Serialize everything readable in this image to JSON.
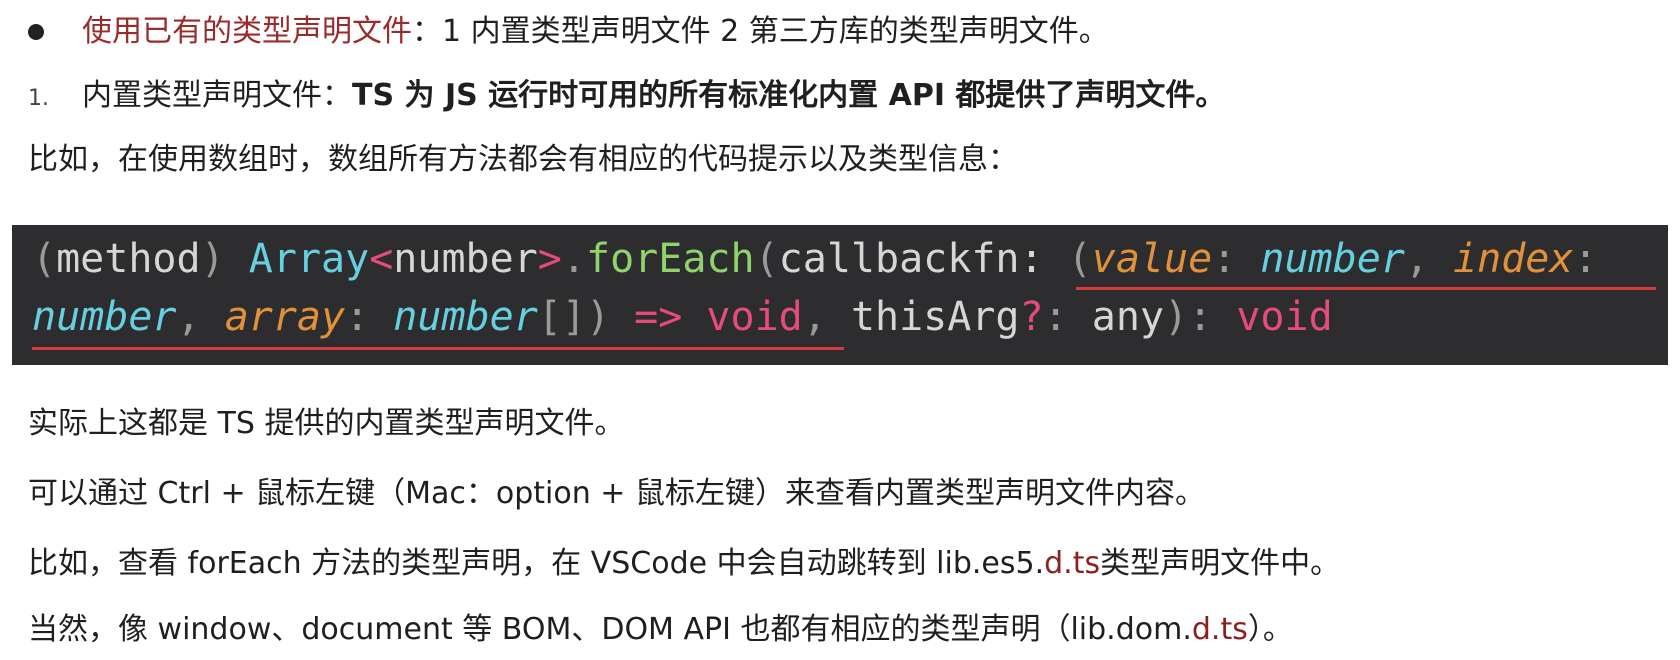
{
  "bullet_line": {
    "highlight": "使用已有的类型声明文件",
    "rest": "：1 内置类型声明文件 2 第三方库的类型声明文件。"
  },
  "numbered_item": {
    "marker": "1.",
    "label": "内置类型声明文件：",
    "bold_text": "TS 为 JS 运行时可用的所有标准化内置 API 都提供了声明文件。"
  },
  "example_intro": "比如，在使用数组时，数组所有方法都会有相应的代码提示以及类型信息：",
  "code": {
    "line1": {
      "method_open": "(",
      "method_kw": "method",
      "method_close": ")",
      "array_type": "Array",
      "lt": "<",
      "number_kw": "number",
      "gt": ">",
      "dot": ".",
      "fn_name": "forEach",
      "open_paren": "(",
      "callback": "callbackfn",
      "colon1": ":",
      "space1": " ",
      "open_paren2": "(",
      "value_param": "value",
      "colon2": ":",
      "space2": " ",
      "number1": "number",
      "comma1": ",",
      "space3": " ",
      "index_param": "index",
      "colon3": ":"
    },
    "line2": {
      "number2": "number",
      "comma2": ",",
      "space4": " ",
      "array_param": "array",
      "colon4": ":",
      "space5": " ",
      "number3": "number",
      "brackets": "[]",
      "close_paren": ")",
      "space6": " ",
      "arrow": "=>",
      "space7": " ",
      "void1": "void",
      "comma3": ",",
      "space8": " ",
      "this_arg": "thisArg",
      "question": "?",
      "colon5": ":",
      "space9": " ",
      "any_kw": "any",
      "close_paren2": ")",
      "colon6": ":",
      "space10": " ",
      "void2": "void"
    }
  },
  "para1": "实际上这都是 TS 提供的内置类型声明文件。",
  "para2": "可以通过 Ctrl + 鼠标左键（Mac：option + 鼠标左键）来查看内置类型声明文件内容。",
  "para3": {
    "before": "比如，查看 forEach 方法的类型声明，在 VSCode 中会自动跳转到 lib.es5.",
    "highlight": "d.ts",
    "after": "类型声明文件中。"
  },
  "para4": {
    "before": "当然，像 window、document 等 BOM、DOM API 也都有相应的类型声明（lib.dom.",
    "highlight": "d.ts",
    "after": "）。"
  }
}
